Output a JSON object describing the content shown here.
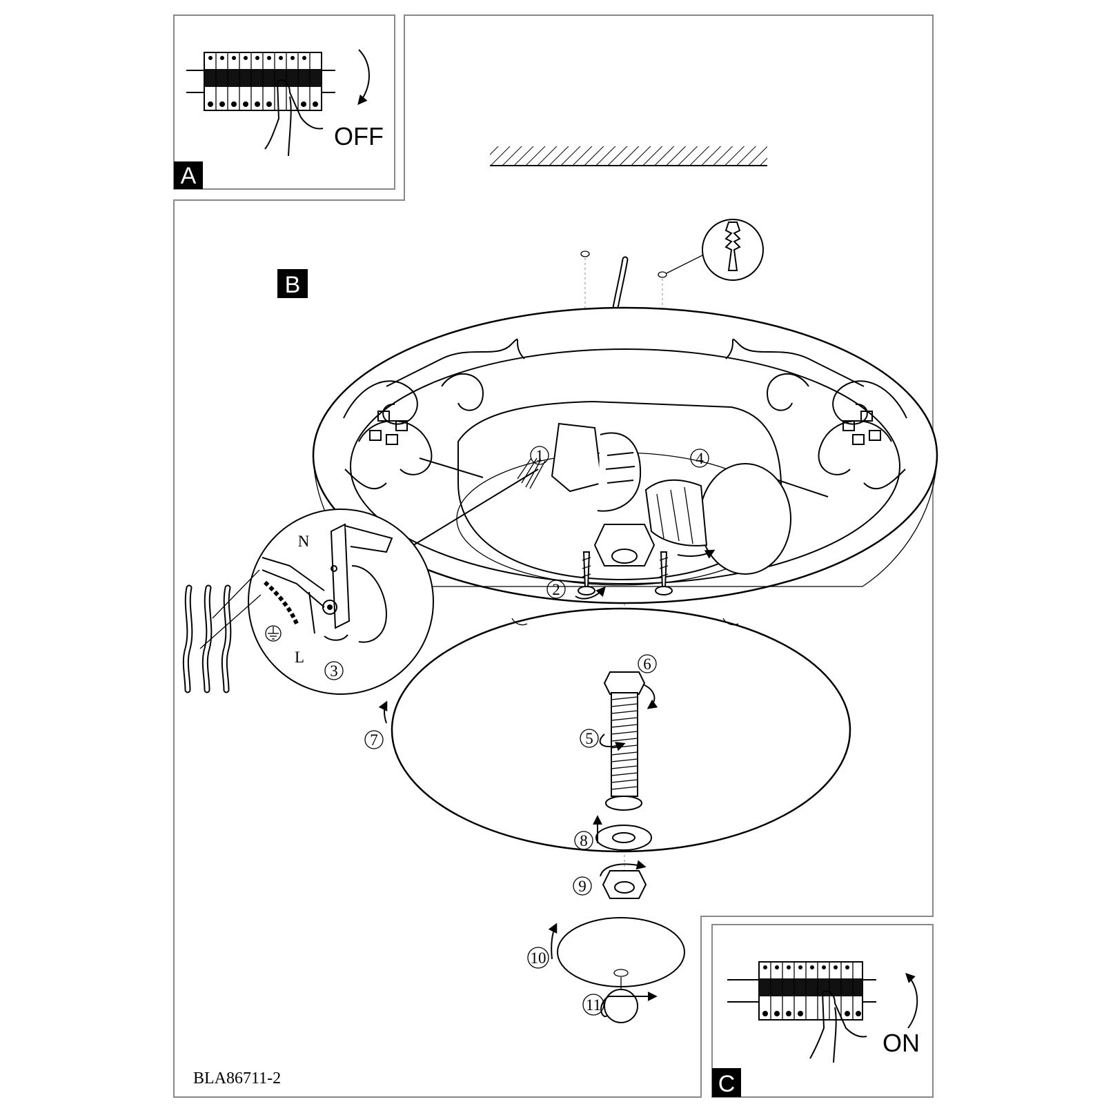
{
  "panels": {
    "a": {
      "tag": "A",
      "state_label": "OFF"
    },
    "b": {
      "tag": "B"
    },
    "c": {
      "tag": "C",
      "state_label": "ON"
    }
  },
  "wires": {
    "neutral": "N",
    "live": "L"
  },
  "steps": [
    "1",
    "2",
    "3",
    "4",
    "5",
    "6",
    "7",
    "8",
    "9",
    "10",
    "11"
  ],
  "model_code": "BLA86711-2",
  "icons": [
    "circuit-breaker-icon",
    "hand-icon",
    "rotate-arrow-icon",
    "wall-plug-icon",
    "earth-ground-icon",
    "screw-icon",
    "bulb-icon"
  ]
}
